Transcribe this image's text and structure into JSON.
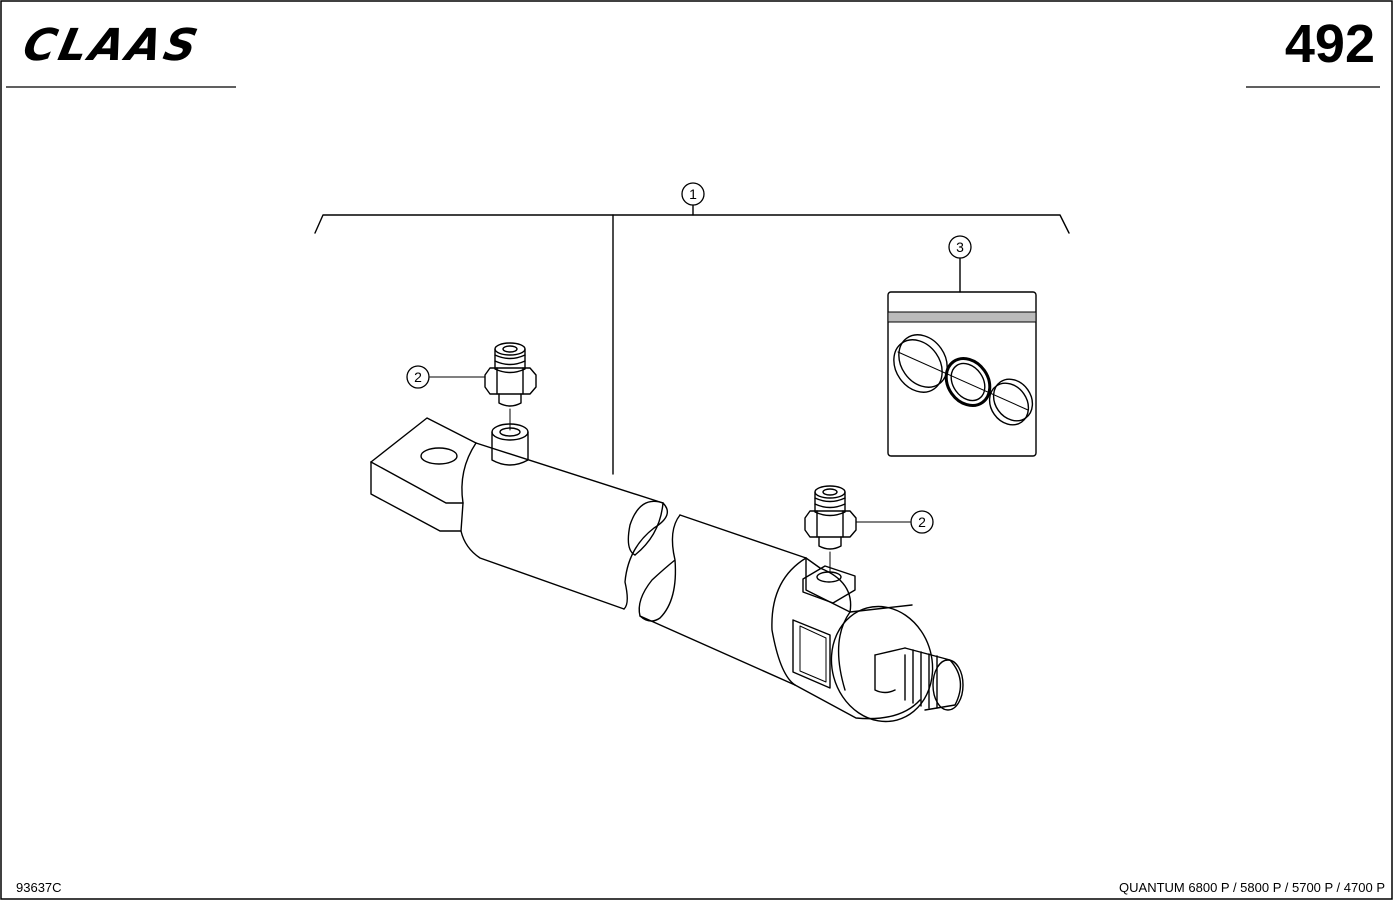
{
  "header": {
    "brand": "CLAAS",
    "page_number": "492"
  },
  "callouts": [
    {
      "number": "1"
    },
    {
      "number": "2"
    },
    {
      "number": "2"
    },
    {
      "number": "3"
    }
  ],
  "footer": {
    "drawing_code": "93637C",
    "models": "QUANTUM 6800 P / 5800 P / 5700 P / 4700 P"
  }
}
